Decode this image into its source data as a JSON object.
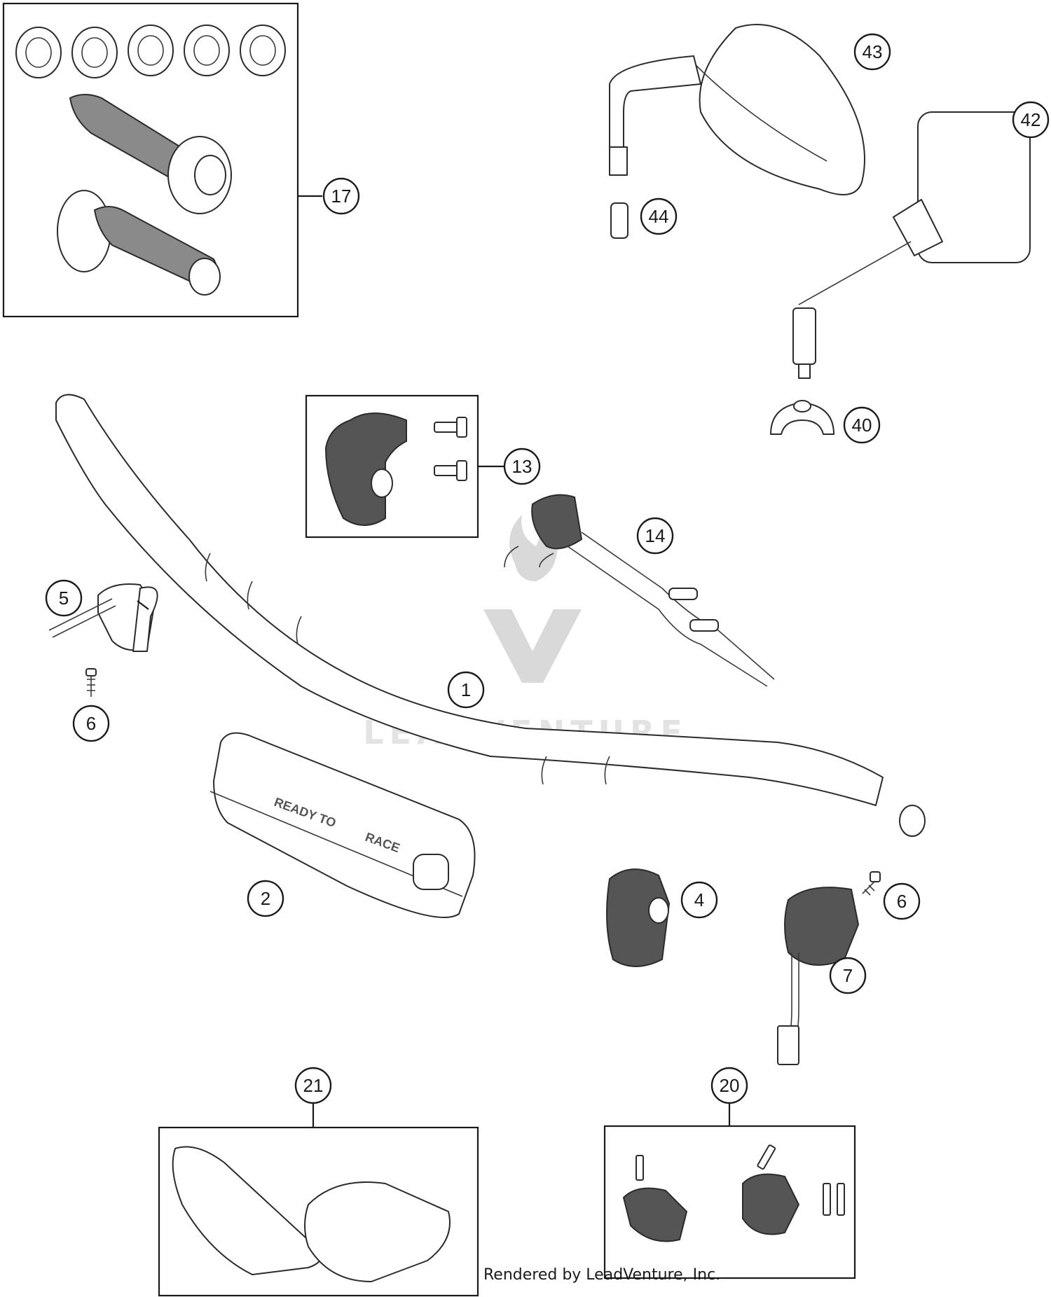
{
  "watermark": {
    "brand_text": "LEADVENTURE"
  },
  "footer": {
    "credit": "Rendered by LeadVenture, Inc."
  },
  "callouts": [
    {
      "id": "43",
      "label": "43"
    },
    {
      "id": "42",
      "label": "42"
    },
    {
      "id": "44",
      "label": "44"
    },
    {
      "id": "40",
      "label": "40"
    },
    {
      "id": "17",
      "label": "17"
    },
    {
      "id": "13",
      "label": "13"
    },
    {
      "id": "14",
      "label": "14"
    },
    {
      "id": "5",
      "label": "5"
    },
    {
      "id": "6a",
      "label": "6"
    },
    {
      "id": "1",
      "label": "1"
    },
    {
      "id": "2",
      "label": "2"
    },
    {
      "id": "4",
      "label": "4"
    },
    {
      "id": "6b",
      "label": "6"
    },
    {
      "id": "7",
      "label": "7"
    },
    {
      "id": "21",
      "label": "21"
    },
    {
      "id": "20",
      "label": "20"
    }
  ]
}
